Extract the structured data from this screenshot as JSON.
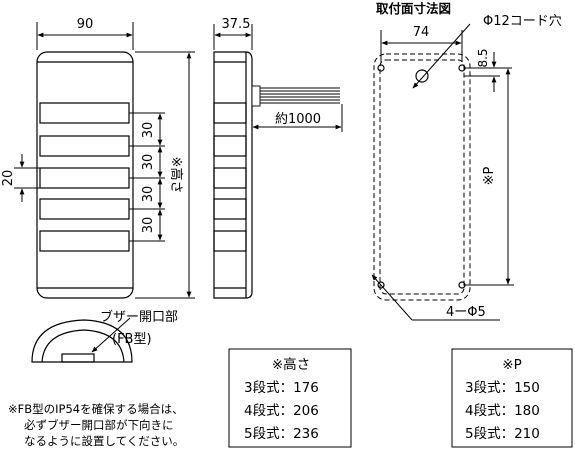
{
  "front_view": {
    "width": "90",
    "height_label": "※高さ",
    "pitch_labels": [
      "30",
      "30",
      "30",
      "30"
    ],
    "window_height": "20"
  },
  "side_view": {
    "depth": "37.5",
    "cable_length": "約1000"
  },
  "mounting": {
    "title": "取付面寸法図",
    "width": "74",
    "cord_hole": "Φ12コード穴",
    "hole_offset": "8.5",
    "pitch_label": "※P",
    "screw_holes": "4ーΦ5"
  },
  "buzzer": {
    "label": "ブザー開口部",
    "type": "(FB型)"
  },
  "height_table": {
    "title": "※高さ",
    "rows": [
      "3段式：176",
      "4段式：206",
      "5段式：236"
    ]
  },
  "p_table": {
    "title": "※P",
    "rows": [
      "3段式：150",
      "4段式：180",
      "5段式：210"
    ]
  },
  "note": {
    "lines": [
      "※FB型のIP54を確保する場合は、",
      "必ずブザー開口部が下向きに",
      "なるように設置してください。"
    ]
  }
}
